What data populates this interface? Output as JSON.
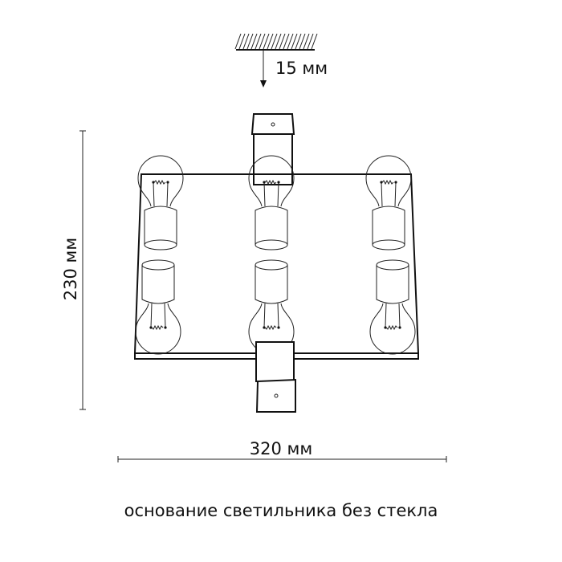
{
  "diagram": {
    "ceiling_offset_label": "15 мм",
    "height_label": "230 мм",
    "width_label": "320 мм",
    "caption": "основание светильника без стекла",
    "bulb_count": 6,
    "line_color": "#111111"
  }
}
